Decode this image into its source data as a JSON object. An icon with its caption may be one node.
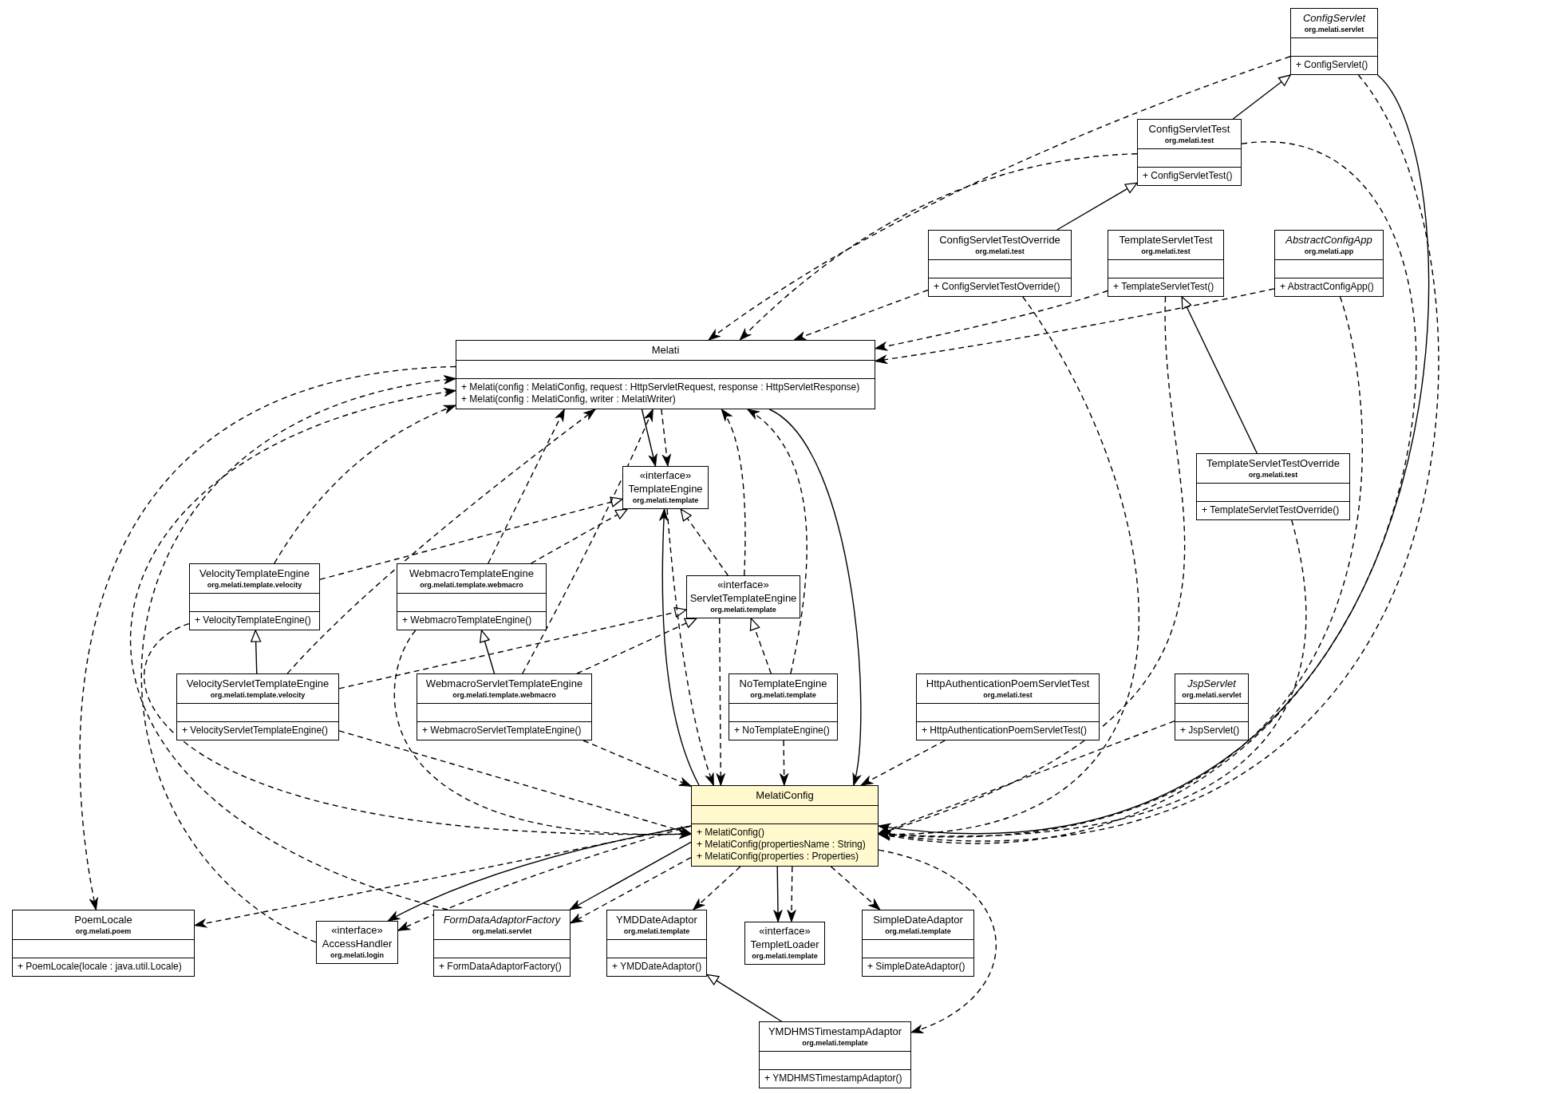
{
  "diagram": {
    "nodes": [
      {
        "text": [
          "ConfigServlet",
          "org.melati.servlet",
          "+ ConfigServlet()"
        ]
      },
      {
        "text": [
          "ConfigServletTest",
          "org.melati.test",
          "+ ConfigServletTest()"
        ]
      },
      {
        "text": [
          "ConfigServletTestOverride",
          "org.melati.test",
          "+ ConfigServletTestOverride()"
        ]
      },
      {
        "text": [
          "TemplateServletTest",
          "org.melati.test",
          "+ TemplateServletTest()"
        ]
      },
      {
        "text": [
          "AbstractConfigApp",
          "org.melati.app",
          "+ AbstractConfigApp()"
        ]
      },
      {
        "text": [
          "Melati",
          "+ Melati(config : MelatiConfig, request : HttpServletRequest, response : HttpServletResponse)",
          "+ Melati(config : MelatiConfig, writer : MelatiWriter)"
        ]
      },
      {
        "text": [
          "«interface»",
          "TemplateEngine",
          "org.melati.template"
        ]
      },
      {
        "text": [
          "VelocityTemplateEngine",
          "org.melati.template.velocity",
          "+ VelocityTemplateEngine()"
        ]
      },
      {
        "text": [
          "WebmacroTemplateEngine",
          "org.melati.template.webmacro",
          "+ WebmacroTemplateEngine()"
        ]
      },
      {
        "text": [
          "«interface»",
          "ServletTemplateEngine",
          "org.melati.template"
        ]
      },
      {
        "text": [
          "TemplateServletTestOverride",
          "org.melati.test",
          "+ TemplateServletTestOverride()"
        ]
      },
      {
        "text": [
          "VelocityServletTemplateEngine",
          "org.melati.template.velocity",
          "+ VelocityServletTemplateEngine()"
        ]
      },
      {
        "text": [
          "WebmacroServletTemplateEngine",
          "org.melati.template.webmacro",
          "+ WebmacroServletTemplateEngine()"
        ]
      },
      {
        "text": [
          "NoTemplateEngine",
          "org.melati.template",
          "+ NoTemplateEngine()"
        ]
      },
      {
        "text": [
          "HttpAuthenticationPoemServletTest",
          "org.melati.test",
          "+ HttpAuthenticationPoemServletTest()"
        ]
      },
      {
        "text": [
          "JspServlet",
          "org.melati.servlet",
          "+ JspServlet()"
        ]
      },
      {
        "text": [
          "MelatiConfig",
          "+ MelatiConfig()",
          "+ MelatiConfig(propertiesName : String)",
          "+ MelatiConfig(properties : Properties)"
        ]
      },
      {
        "text": [
          "PoemLocale",
          "org.melati.poem",
          "+ PoemLocale(locale : java.util.Locale)"
        ]
      },
      {
        "text": [
          "«interface»",
          "AccessHandler",
          "org.melati.login"
        ]
      },
      {
        "text": [
          "FormDataAdaptorFactory",
          "org.melati.servlet",
          "+ FormDataAdaptorFactory()"
        ]
      },
      {
        "text": [
          "YMDDateAdaptor",
          "org.melati.template",
          "+ YMDDateAdaptor()"
        ]
      },
      {
        "text": [
          "«interface»",
          "TempletLoader",
          "org.melati.template"
        ]
      },
      {
        "text": [
          "SimpleDateAdaptor",
          "org.melati.template",
          "+ SimpleDateAdaptor()"
        ]
      },
      {
        "text": [
          "YMDHMSTimestampAdaptor",
          "org.melati.template",
          "+ YMDHMSTimestampAdaptor()"
        ]
      }
    ],
    "edges": [
      {
        "from": 1,
        "to": 0,
        "arrow": "to"
      },
      {
        "from": 2,
        "to": 1,
        "arrow": "to"
      },
      {
        "from": 10,
        "to": 3,
        "arrow": "to"
      },
      {
        "from": 11,
        "to": 7,
        "arrow": "to"
      },
      {
        "from": 12,
        "to": 8,
        "arrow": "to"
      },
      {
        "from": 23,
        "to": 20,
        "arrow": "to"
      },
      {
        "from": 7,
        "to": 6,
        "arrow": "to",
        "style": "dashed"
      },
      {
        "from": 8,
        "to": 6,
        "arrow": "to",
        "style": "dashed"
      },
      {
        "from": 9,
        "to": 6,
        "arrow": "to",
        "style": "dashed"
      },
      {
        "from": 11,
        "to": 9,
        "arrow": "to",
        "style": "dashed"
      },
      {
        "from": 12,
        "to": 9,
        "arrow": "to",
        "style": "dashed"
      },
      {
        "from": 13,
        "to": 9,
        "arrow": "to",
        "style": "dashed"
      },
      {
        "from": 0,
        "to": 5,
        "arrow": "to",
        "style": "dashed"
      },
      {
        "from": 1,
        "to": 5,
        "arrow": "to",
        "style": "dashed"
      },
      {
        "from": 2,
        "to": 5,
        "arrow": "to",
        "style": "dashed"
      },
      {
        "from": 3,
        "to": 5,
        "arrow": "to",
        "style": "dashed"
      },
      {
        "from": 4,
        "to": 5,
        "arrow": "to",
        "style": "dashed"
      },
      {
        "from": 7,
        "to": 5,
        "arrow": "to",
        "style": "dashed"
      },
      {
        "from": 8,
        "to": 5,
        "arrow": "to",
        "style": "dashed"
      },
      {
        "from": 11,
        "to": 5,
        "arrow": "to",
        "style": "dashed"
      },
      {
        "from": 12,
        "to": 5,
        "arrow": "to",
        "style": "dashed"
      },
      {
        "from": 9,
        "to": 5,
        "arrow": "to",
        "style": "dashed"
      },
      {
        "from": 13,
        "to": 5,
        "arrow": "to",
        "style": "dashed"
      },
      {
        "from": 5,
        "to": 17,
        "arrow": "to",
        "style": "dashed"
      },
      {
        "from": 18,
        "to": 5,
        "arrow": "to",
        "style": "dashed"
      },
      {
        "from": 19,
        "to": 5,
        "arrow": "to",
        "style": "dashed"
      },
      {
        "from": 5,
        "to": 6,
        "arrow": "to"
      },
      {
        "from": 5,
        "to": 6,
        "arrow": "to",
        "style": "dashed"
      },
      {
        "from": 5,
        "to": 16,
        "arrow": "to"
      },
      {
        "from": 16,
        "to": 6,
        "arrow": "to"
      },
      {
        "from": 6,
        "to": 16,
        "arrow": "to",
        "style": "dashed"
      },
      {
        "from": 9,
        "to": 16,
        "arrow": "to",
        "style": "dashed"
      },
      {
        "from": 12,
        "to": 16,
        "arrow": "to",
        "style": "dashed"
      },
      {
        "from": 13,
        "to": 16,
        "arrow": "to",
        "style": "dashed"
      },
      {
        "from": 14,
        "to": 16,
        "arrow": "to",
        "style": "dashed"
      },
      {
        "from": 7,
        "to": 16,
        "arrow": "to",
        "style": "dashed"
      },
      {
        "from": 8,
        "to": 16,
        "arrow": "to",
        "style": "dashed"
      },
      {
        "from": 11,
        "to": 16,
        "arrow": "to",
        "style": "dashed"
      },
      {
        "from": 2,
        "to": 16,
        "arrow": "to",
        "style": "dashed"
      },
      {
        "from": 3,
        "to": 16,
        "arrow": "to",
        "style": "dashed"
      },
      {
        "from": 1,
        "to": 16,
        "arrow": "to",
        "style": "dashed"
      },
      {
        "from": 0,
        "to": 16,
        "arrow": "to",
        "style": "dashed"
      },
      {
        "from": 0,
        "to": 16,
        "arrow": "to"
      },
      {
        "from": 4,
        "to": 16,
        "arrow": "to",
        "style": "dashed"
      },
      {
        "from": 10,
        "to": 16,
        "arrow": "to",
        "style": "dashed"
      },
      {
        "from": 15,
        "to": 16,
        "arrow": "to",
        "style": "dashed"
      },
      {
        "from": 16,
        "to": 17,
        "arrow": "to",
        "style": "dashed"
      },
      {
        "from": 16,
        "to": 18,
        "arrow": "to"
      },
      {
        "from": 16,
        "to": 18,
        "arrow": "to",
        "style": "dashed"
      },
      {
        "from": 16,
        "to": 19,
        "arrow": "to"
      },
      {
        "from": 16,
        "to": 19,
        "arrow": "to",
        "style": "dashed"
      },
      {
        "from": 16,
        "to": 20,
        "arrow": "to",
        "style": "dashed"
      },
      {
        "from": 16,
        "to": 21,
        "arrow": "to"
      },
      {
        "from": 16,
        "to": 21,
        "arrow": "to",
        "style": "dashed"
      },
      {
        "from": 16,
        "to": 22,
        "arrow": "to",
        "style": "dashed"
      },
      {
        "from": 16,
        "to": 23,
        "arrow": "to",
        "style": "dashed"
      }
    ]
  }
}
